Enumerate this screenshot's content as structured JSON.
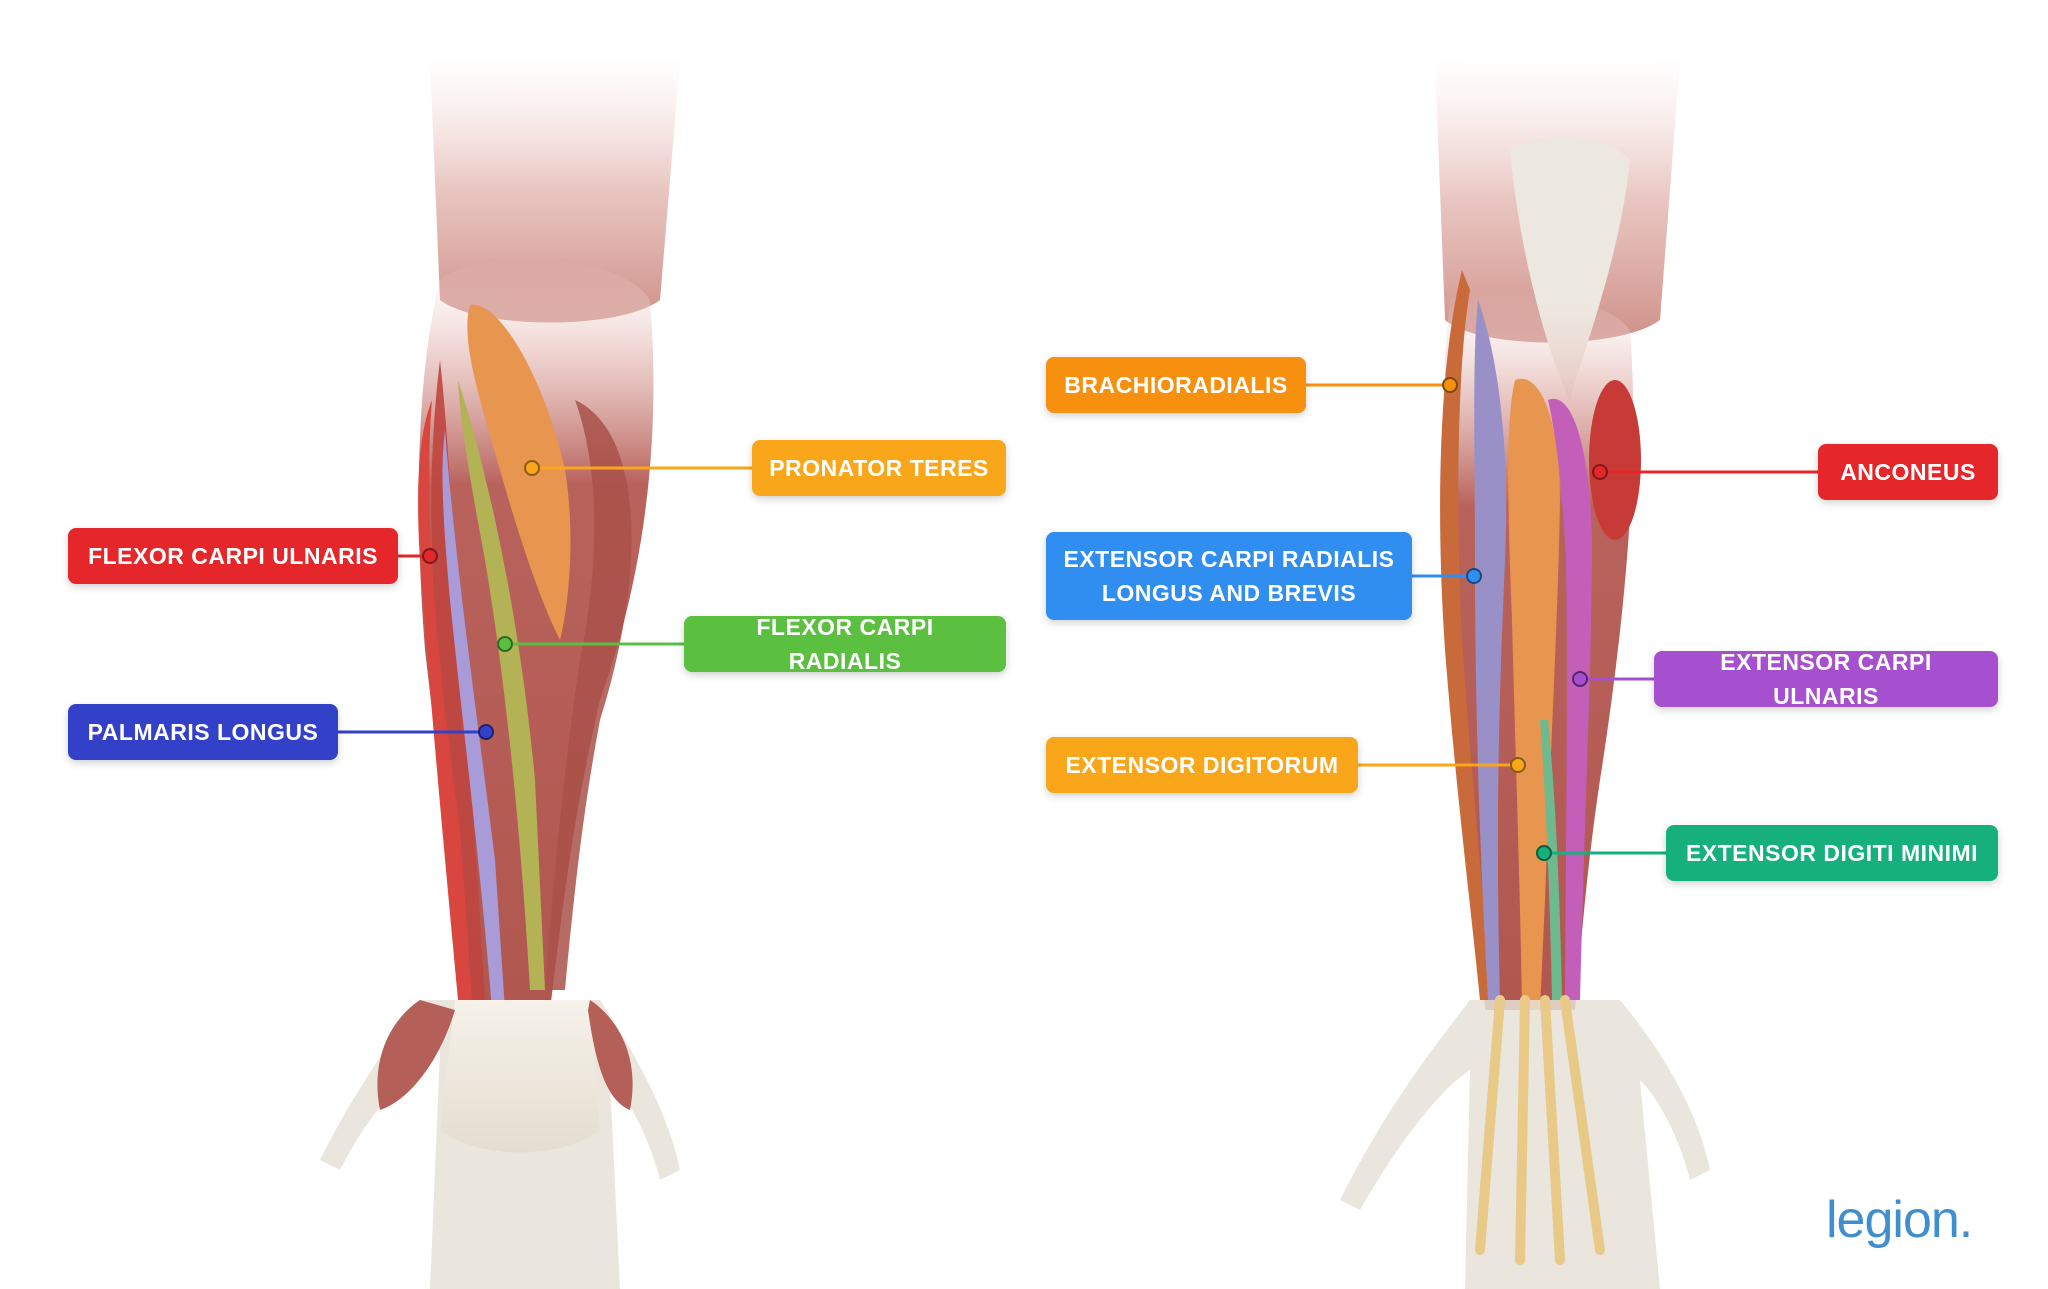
{
  "labels": [
    {
      "key": "pronator_teres",
      "text": "PRONATOR TERES",
      "color": "#f9a61a"
    },
    {
      "key": "flexor_carpi_ulnaris",
      "text": "FLEXOR CARPI ULNARIS",
      "color": "#e5262a"
    },
    {
      "key": "flexor_carpi_radialis",
      "text": "FLEXOR CARPI RADIALIS",
      "color": "#5bbf40"
    },
    {
      "key": "palmaris_longus",
      "text": "PALMARIS LONGUS",
      "color": "#3341c9"
    },
    {
      "key": "brachioradialis",
      "text": "BRACHIORADIALIS",
      "color": "#f7900f"
    },
    {
      "key": "anconeus",
      "text": "ANCONEUS",
      "color": "#e5262a"
    },
    {
      "key": "extensor_carpi_radialis",
      "text": "EXTENSOR CARPI RADIALIS\nLONGUS AND BREVIS",
      "color": "#2f8ef0"
    },
    {
      "key": "extensor_carpi_ulnaris",
      "text": "EXTENSOR CARPI ULNARIS",
      "color": "#a64fcf"
    },
    {
      "key": "extensor_digitorum",
      "text": "EXTENSOR DIGITORUM",
      "color": "#f9a61a"
    },
    {
      "key": "extensor_digiti_minimi",
      "text": "EXTENSOR DIGITI MINIMI",
      "color": "#15b07b"
    }
  ],
  "logo": {
    "text": "legion."
  }
}
